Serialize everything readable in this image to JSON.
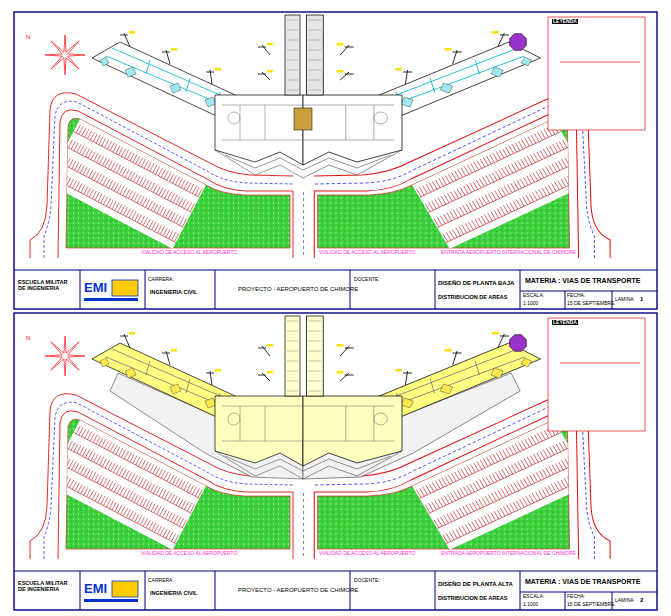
{
  "diagram": {
    "labels": [
      "N",
      "LEYENDA",
      "VIALIDAD DE ACCESO AL AEROPUERTO",
      "VIALIDAD DE ACCESO AL AEROPUERTO",
      "ENTRADA AEROPUERTO INTERNACIONAL DE CHIMORE",
      "ESCUELA MILITAR DE INGENIERIA",
      "EMI",
      "CARRERA:",
      "INGENIERIA CIVIL",
      "PROYECTO - AEROPUERTO DE CHIMORE",
      "DOCENTE:",
      "DISEÑO DE PLANTA BAJA",
      "DISTRIBUCION DE AREAS",
      "MATERIA : VIAS DE TRANSPORTE",
      "ESCALA:",
      "1:1000",
      "FECHA:",
      "15 DE SEPTIEMBRE",
      "LAMINA",
      "1",
      "N",
      "LEYENDA",
      "VIALIDAD DE ACCESO AL AEROPUERTO",
      "VIALIDAD DE ACCESO AL AEROPUERTO",
      "ENTRADA AEROPUERTO INTERNACIONAL DE CHIMORE",
      "ESCUELA MILITAR DE INGENIERIA",
      "EMI",
      "CARRERA:",
      "INGENIERIA CIVIL",
      "PROYECTO - AEROPUERTO DE CHIMORE",
      "DOCENTE:",
      "DISEÑO DE PLANTA ALTA",
      "DISTRIBUCION DE AREAS",
      "MATERIA : VIAS DE TRANSPORTE",
      "ESCALA:",
      "1:1000",
      "FECHA:",
      "15 DE SEPTIEMBRE",
      "LAMINA",
      "2"
    ]
  }
}
